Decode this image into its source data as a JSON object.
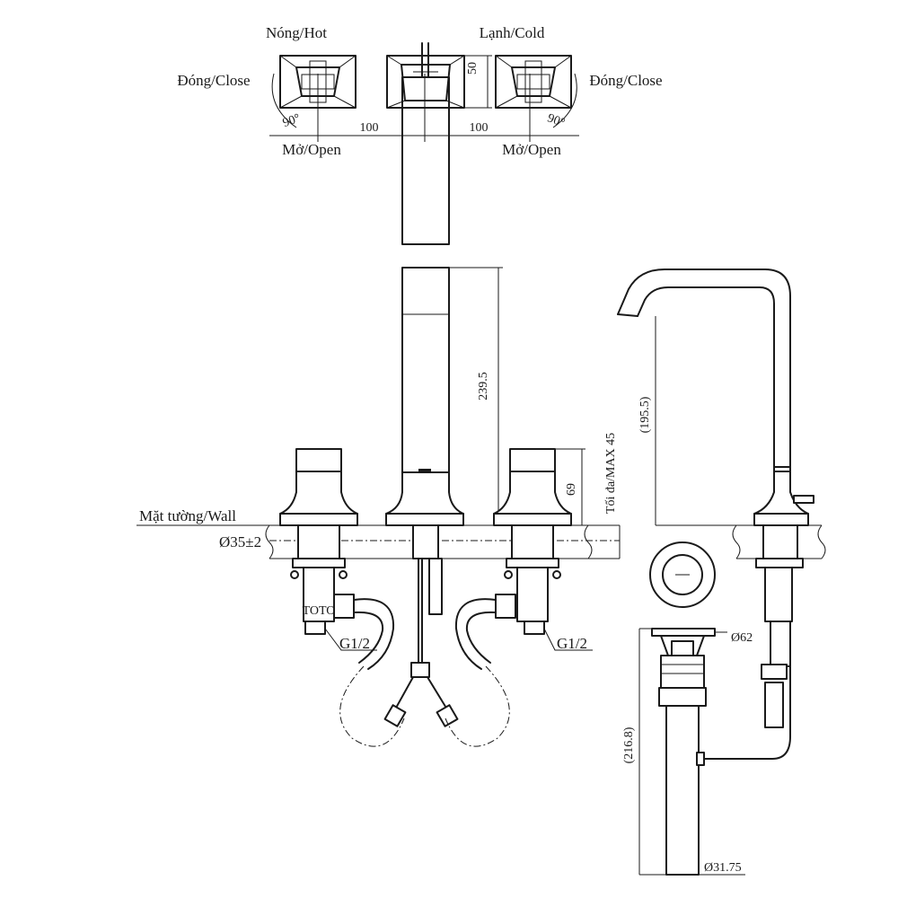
{
  "labels": {
    "hot": "Nóng/Hot",
    "cold": "Lạnh/Cold",
    "close_left": "Đóng/Close",
    "close_right": "Đóng/Close",
    "open_left": "Mở/Open",
    "open_right": "Mở/Open",
    "wall": "Mặt tường/Wall",
    "hole_dia": "Ø35±2",
    "thread_left": "G1/2",
    "thread_right": "G1/2",
    "max_thickness": "Tối đa/MAX 45"
  },
  "dimensions": {
    "angle_left": "90°",
    "angle_right": "90°",
    "spacing_left": "100",
    "spacing_right": "100",
    "spout_depth": "50",
    "spout_height": "239.5",
    "handle_height": "69",
    "spout_reach": "(195.5)",
    "drain_flange": "Ø62",
    "drain_length": "(216.8)",
    "drain_pipe": "Ø31.75"
  },
  "colors": {
    "line": "#1a1a1a",
    "background": "#ffffff"
  }
}
